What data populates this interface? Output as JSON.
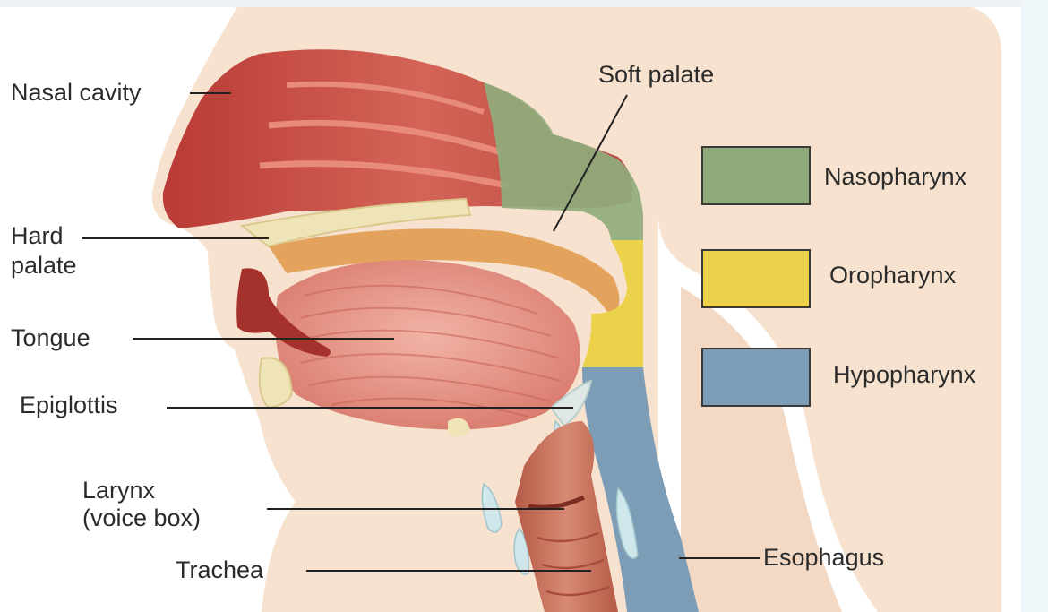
{
  "labels": {
    "nasal_cavity": "Nasal cavity",
    "hard_palate_line1": "Hard",
    "hard_palate_line2": "palate",
    "tongue": "Tongue",
    "epiglottis": "Epiglottis",
    "larynx_line1": "Larynx",
    "larynx_line2": "(voice box)",
    "trachea": "Trachea",
    "soft_palate": "Soft palate",
    "esophagus": "Esophagus"
  },
  "legend": [
    {
      "label": "Nasopharynx",
      "color": "#8fab7c"
    },
    {
      "label": "Oropharynx",
      "color": "#ecd24a"
    },
    {
      "label": "Hypopharynx",
      "color": "#7d9db6"
    }
  ],
  "colors": {
    "skin": "#f6e2cf",
    "skin_edge": "#ecd2bb",
    "nasal": "#c8453e",
    "tongue": "#e79a8c",
    "trachea": "#c86a55",
    "cartilage": "#cfe6ea",
    "bone": "#efe3b8"
  }
}
